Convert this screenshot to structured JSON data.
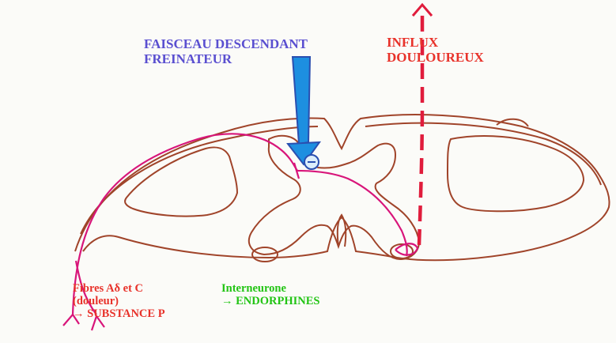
{
  "labels": {
    "descending": {
      "line1": "FAISCEAU DESCENDANT",
      "line2": "FREINATEUR",
      "color": "#5a4fd0"
    },
    "influx": {
      "line1": "INFLUX",
      "line2": "DOULOUREUX",
      "color": "#e8322a"
    },
    "fibres": {
      "line1": "Fibres Aδ et C",
      "line2": "(douleur)",
      "line3": "→ SUBSTANCE P",
      "color": "#e8322a"
    },
    "interneurone": {
      "line1": "Interneurone",
      "line2": "→ ENDORPHINES",
      "color": "#22c414"
    }
  },
  "colors": {
    "cord_outline": "#a0442a",
    "pain_fiber": "#d8157a",
    "descending_arrow": "#1d8fe0",
    "arrow_outline": "#2a4fb0",
    "ascending_dashed": "#e01c3c"
  },
  "icons": {
    "interneuron": "interneuron-circle-icon",
    "nerve_ending": "nerve-ending-fork-icon"
  }
}
